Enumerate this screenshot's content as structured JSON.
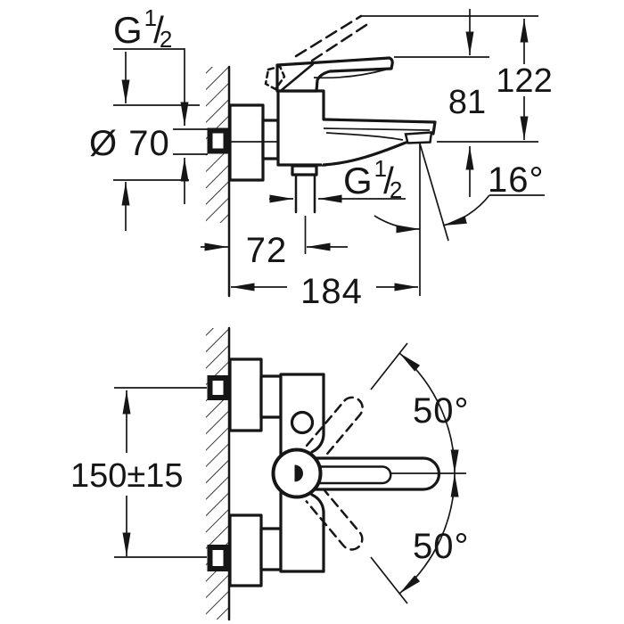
{
  "page": {
    "background": "#ffffff",
    "ink": "#161616",
    "description": "Technical dimension drawing of a wall-mounted single-lever bath mixer tap, side elevation and plan view"
  },
  "side_view": {
    "name": "Side elevation with mounting dimensions",
    "labels": {
      "wall_thread": {
        "letter": "G",
        "numerator": "1",
        "slash": "/",
        "denominator": "2"
      },
      "flange_diameter": "Ø 70",
      "overall_height": "122",
      "lever_height": "81",
      "spout_angle": "16°",
      "outlet_thread": {
        "letter": "G",
        "numerator": "1",
        "slash": "/",
        "denominator": "2"
      },
      "wall_to_body_center": "72",
      "wall_to_spout_tip": "184"
    }
  },
  "plan_view": {
    "name": "Plan view with lever swing angles",
    "labels": {
      "connection_spacing": "150±15",
      "lever_swing_upper": "50°",
      "lever_swing_lower": "50°"
    }
  }
}
